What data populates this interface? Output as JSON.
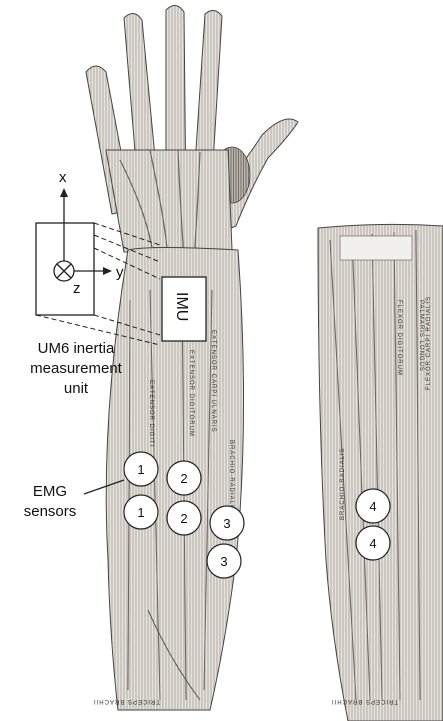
{
  "axes": {
    "x": "x",
    "y": "y",
    "z": "z"
  },
  "imu_box_label": "IMU",
  "imu_caption": [
    "UM6 inertia",
    "measurement",
    "unit"
  ],
  "emg_caption": [
    "EMG",
    "sensors"
  ],
  "sensors": [
    {
      "number": "1"
    },
    {
      "number": "2"
    },
    {
      "number": "1"
    },
    {
      "number": "2"
    },
    {
      "number": "3"
    },
    {
      "number": "3"
    },
    {
      "number": "4"
    },
    {
      "number": "4"
    }
  ],
  "muscle_labels": [
    "EXTENSOR DIGITORUM",
    "EXTENSOR CARPI ULNARIS",
    "EXTENSOR DIGITI",
    "BRACHIO-RADIALIS",
    "TRICEPS BRACHII",
    "PALMARIS LONGUS",
    "FLEXOR CARPI RADIALIS",
    "FLEXOR DIGITORUM"
  ]
}
